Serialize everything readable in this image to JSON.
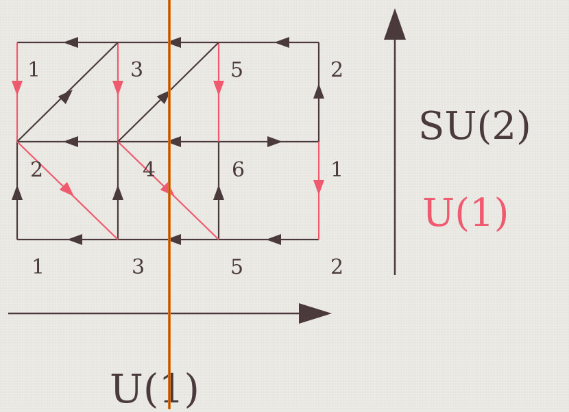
{
  "colors": {
    "dark": "#4a3a3c",
    "pink": "#ef5a6e",
    "orange": "#e07a22",
    "background": "#ebe9e4"
  },
  "face_labels": {
    "top_row": [
      "1",
      "3",
      "5",
      "2"
    ],
    "bottom_row": [
      "2",
      "4",
      "6",
      "1"
    ],
    "edge_labels": [
      "1",
      "3",
      "5",
      "2"
    ]
  },
  "legend": {
    "su2": "SU(2)",
    "u1_vertical": "U(1)"
  },
  "axis_label": "U(1)",
  "arrows": {
    "vertical_axis": "up",
    "horizontal_axis": "right"
  }
}
